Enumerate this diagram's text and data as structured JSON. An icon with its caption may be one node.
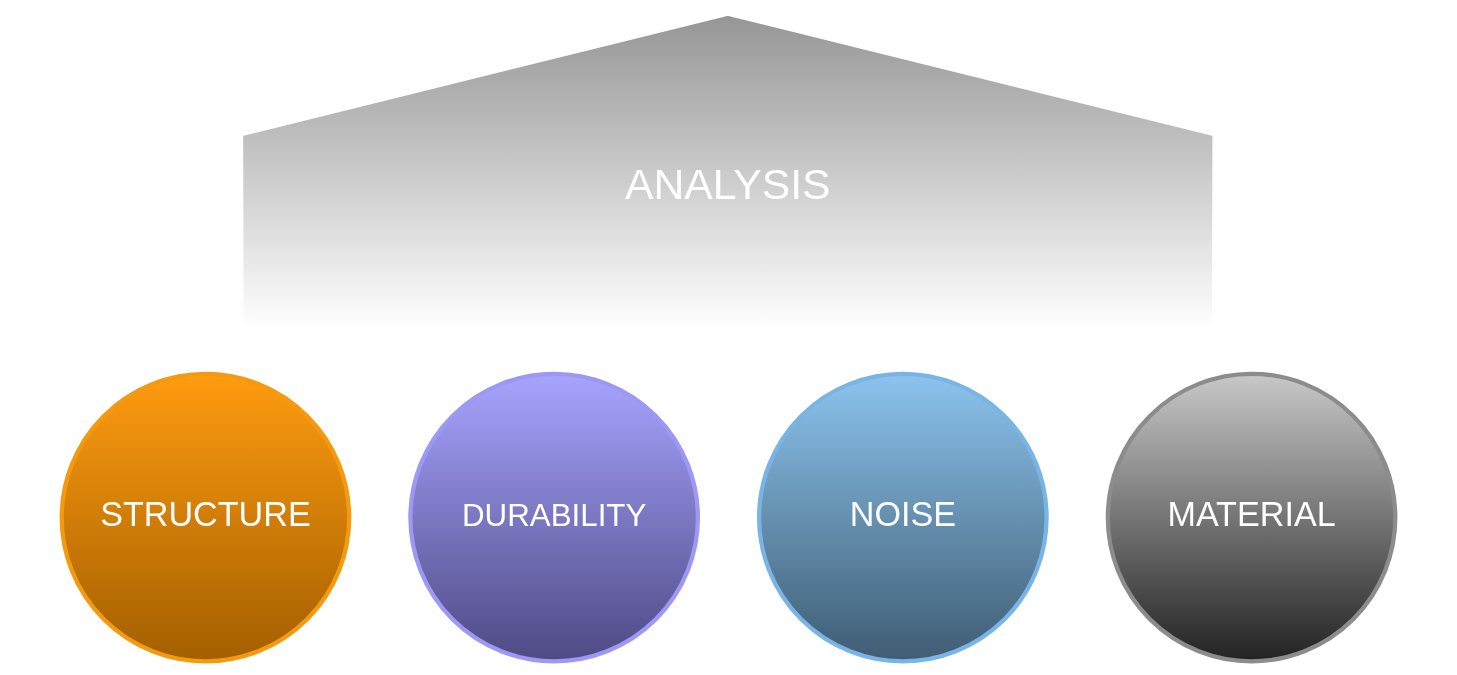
{
  "diagram": {
    "nodes": [
      {
        "text": [
          "ANALYSIS"
        ]
      },
      {
        "text": [
          "STRUCTURE"
        ]
      },
      {
        "text": [
          "DURABILITY"
        ]
      },
      {
        "text": [
          "NOISE"
        ]
      },
      {
        "text": [
          "MATERIAL"
        ]
      }
    ]
  }
}
